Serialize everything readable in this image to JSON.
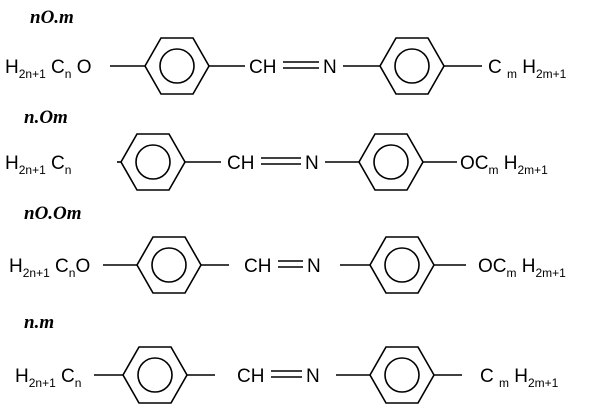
{
  "structures": [
    {
      "title": "nO.m",
      "left": [
        {
          "t": "H"
        },
        {
          "t": "2n+1",
          "sub": true
        },
        {
          "t": " C"
        },
        {
          "t": "n",
          "sub": true
        },
        {
          "t": " O"
        }
      ],
      "link": [
        {
          "t": "CH"
        }
      ],
      "right": [
        {
          "t": "C "
        },
        {
          "t": "m",
          "sub": true
        },
        {
          "t": " H"
        },
        {
          "t": "2m+1",
          "sub": true
        }
      ],
      "n_label": "N"
    },
    {
      "title": "n.Om",
      "left": [
        {
          "t": "H"
        },
        {
          "t": "2n+1",
          "sub": true
        },
        {
          "t": " C"
        },
        {
          "t": "n",
          "sub": true
        }
      ],
      "link": [
        {
          "t": "CH"
        }
      ],
      "right": [
        {
          "t": "OC"
        },
        {
          "t": "m",
          "sub": true
        },
        {
          "t": " H"
        },
        {
          "t": "2m+1",
          "sub": true
        }
      ],
      "n_label": "N"
    },
    {
      "title": "nO.Om",
      "left": [
        {
          "t": "H"
        },
        {
          "t": "2n+1",
          "sub": true
        },
        {
          "t": " C"
        },
        {
          "t": "n",
          "sub": true
        },
        {
          "t": "O"
        }
      ],
      "link": [
        {
          "t": "CH"
        }
      ],
      "right": [
        {
          "t": "OC"
        },
        {
          "t": "m",
          "sub": true
        },
        {
          "t": " H"
        },
        {
          "t": "2m+1",
          "sub": true
        }
      ],
      "n_label": "N"
    },
    {
      "title": "n.m",
      "left": [
        {
          "t": "H"
        },
        {
          "t": "2n+1",
          "sub": true
        },
        {
          "t": " C"
        },
        {
          "t": "n",
          "sub": true
        }
      ],
      "link": [
        {
          "t": "CH"
        }
      ],
      "right": [
        {
          "t": "C "
        },
        {
          "t": "m",
          "sub": true
        },
        {
          "t": " H"
        },
        {
          "t": "2m+1",
          "sub": true
        }
      ],
      "n_label": "N"
    }
  ]
}
